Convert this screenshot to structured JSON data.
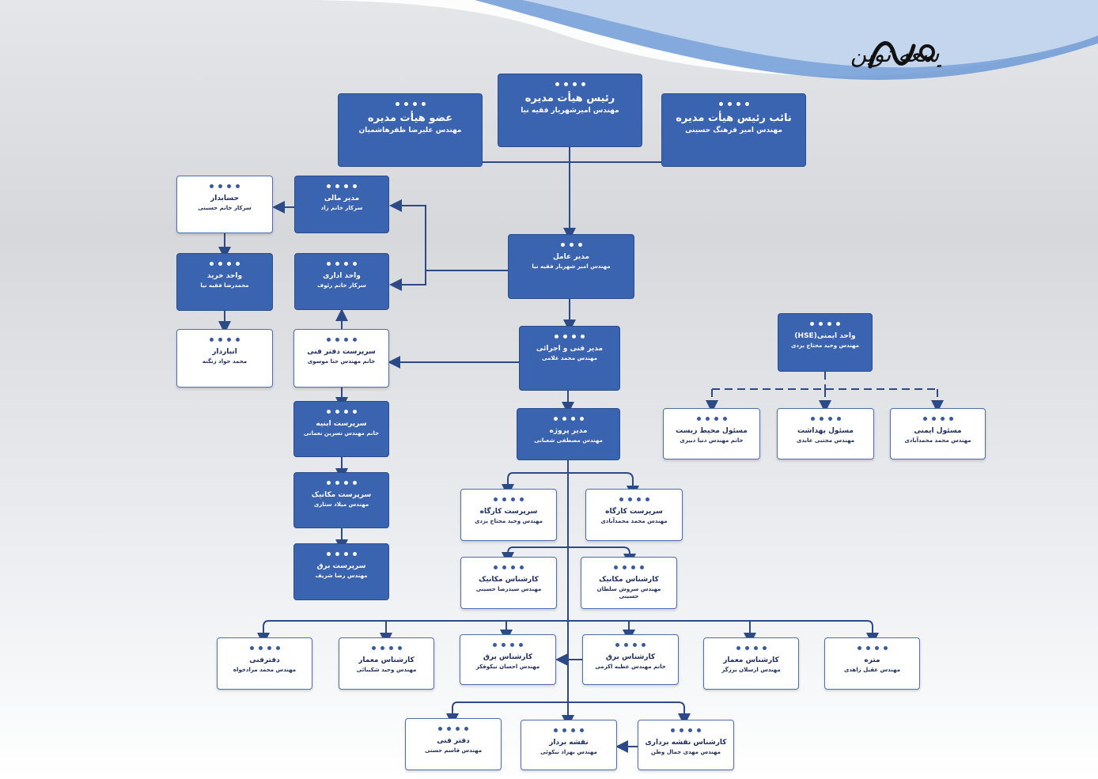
{
  "logo": {
    "text": "شرکت بنه توسعه نوین"
  },
  "board": [
    {
      "id": "chair",
      "title": "رئیس هیأت مدیره",
      "name": "مهندس امیرشهریار فقیه نیا"
    },
    {
      "id": "member",
      "title": "عضو هیأت مدیره",
      "name": "مهندس علیرضا ظفرهاشمیان"
    },
    {
      "id": "vice",
      "title": "نائب رئیس هیأت مدیره",
      "name": "مهندس امیر فرهنگ حسینی"
    }
  ],
  "ceo": {
    "title": "مدیر عامل",
    "name": "مهندس امیر شهریار فقیه نیا"
  },
  "finance": {
    "title": "مدیر مالی",
    "name": "سرکار خانم زاد"
  },
  "admin": {
    "title": "واحد اداری",
    "name": "سرکار خانم رئوف"
  },
  "accountant": {
    "title": "حسابدار",
    "name": "سرکار خانم حسینی"
  },
  "purchase": {
    "title": "واحد خرید",
    "name": "محمدرضا فقیه نیا"
  },
  "storekeeper": {
    "title": "انباردار",
    "name": "محمد جواد زنگنه"
  },
  "office_sup": {
    "title": "سرپرست دفتر فنی",
    "name": "خانم مهندس حنا موسوی"
  },
  "building_sup": {
    "title": "سرپرست ابنیه",
    "name": "خانم مهندس نسرین نعمانی"
  },
  "mech_sup": {
    "title": "سرپرست مکانیک",
    "name": "مهندس میلاد ستاری"
  },
  "elec_sup": {
    "title": "سرپرست برق",
    "name": "مهندس رضا شریف"
  },
  "tech_mgr": {
    "title": "مدیر فنی و اجرائی",
    "name": "مهندس محمد غلامی"
  },
  "project_mgr": {
    "title": "مدیر پروژه",
    "name": "مهندس مصطفی شعبانی"
  },
  "hse": {
    "title": "واحد ایمنی(HSE)",
    "name": "مهندس وحید محتاج یزدی"
  },
  "env": {
    "title": "مسئول محیط زیست",
    "name": "خانم مهندس دنیا دبیری"
  },
  "health": {
    "title": "مسئول بهداشت",
    "name": "مهندس مجتبی عابدی"
  },
  "safety": {
    "title": "مسئول ایمنی",
    "name": "مهندس محمد محمدآبادی"
  },
  "site_sup_1": {
    "title": "سرپرست کارگاه",
    "name": "مهندس وحید محتاج یزدی"
  },
  "site_sup_2": {
    "title": "سرپرست کارگاه",
    "name": "مهندس محمد محمدآبادی"
  },
  "mech_exp_1": {
    "title": "کارشناس مکانیک",
    "name": "مهندس سیدرضا حسینی"
  },
  "mech_exp_2": {
    "title": "کارشناس مکانیک",
    "name": "مهندس سروش سلطان حسینی"
  },
  "tech_office_1": {
    "title": "دفترفنی",
    "name": "مهندس محمد مرادخواه"
  },
  "arch_exp_1": {
    "title": "کارشناس معمار",
    "name": "مهندس وحید شکیبائی"
  },
  "elec_exp_1": {
    "title": "کارشناس برق",
    "name": "مهندس احسان نیکوفکر"
  },
  "elec_exp_2": {
    "title": "کارشناس برق",
    "name": "خانم مهندس عطیه اکرمی"
  },
  "arch_exp_2": {
    "title": "کارشناس معمار",
    "name": "مهندس ارسلان برزگر"
  },
  "surveyor_1": {
    "title": "متره",
    "name": "مهندس عقیل زاهدی"
  },
  "tech_office_2": {
    "title": "دفتر فنی",
    "name": "مهندس قاسم حسنی"
  },
  "surveyor_2": {
    "title": "نقشه بردار",
    "name": "مهندس بهزاد نیکوئی"
  },
  "map_exp": {
    "title": "کارشناس نقشه برداری",
    "name": "مهندس مهدی جمال وطن"
  },
  "colors": {
    "dark_node": "#3a63b0",
    "light_node": "#ffffff",
    "connector": "#2c4a86",
    "accent": "#6f9ad6"
  }
}
